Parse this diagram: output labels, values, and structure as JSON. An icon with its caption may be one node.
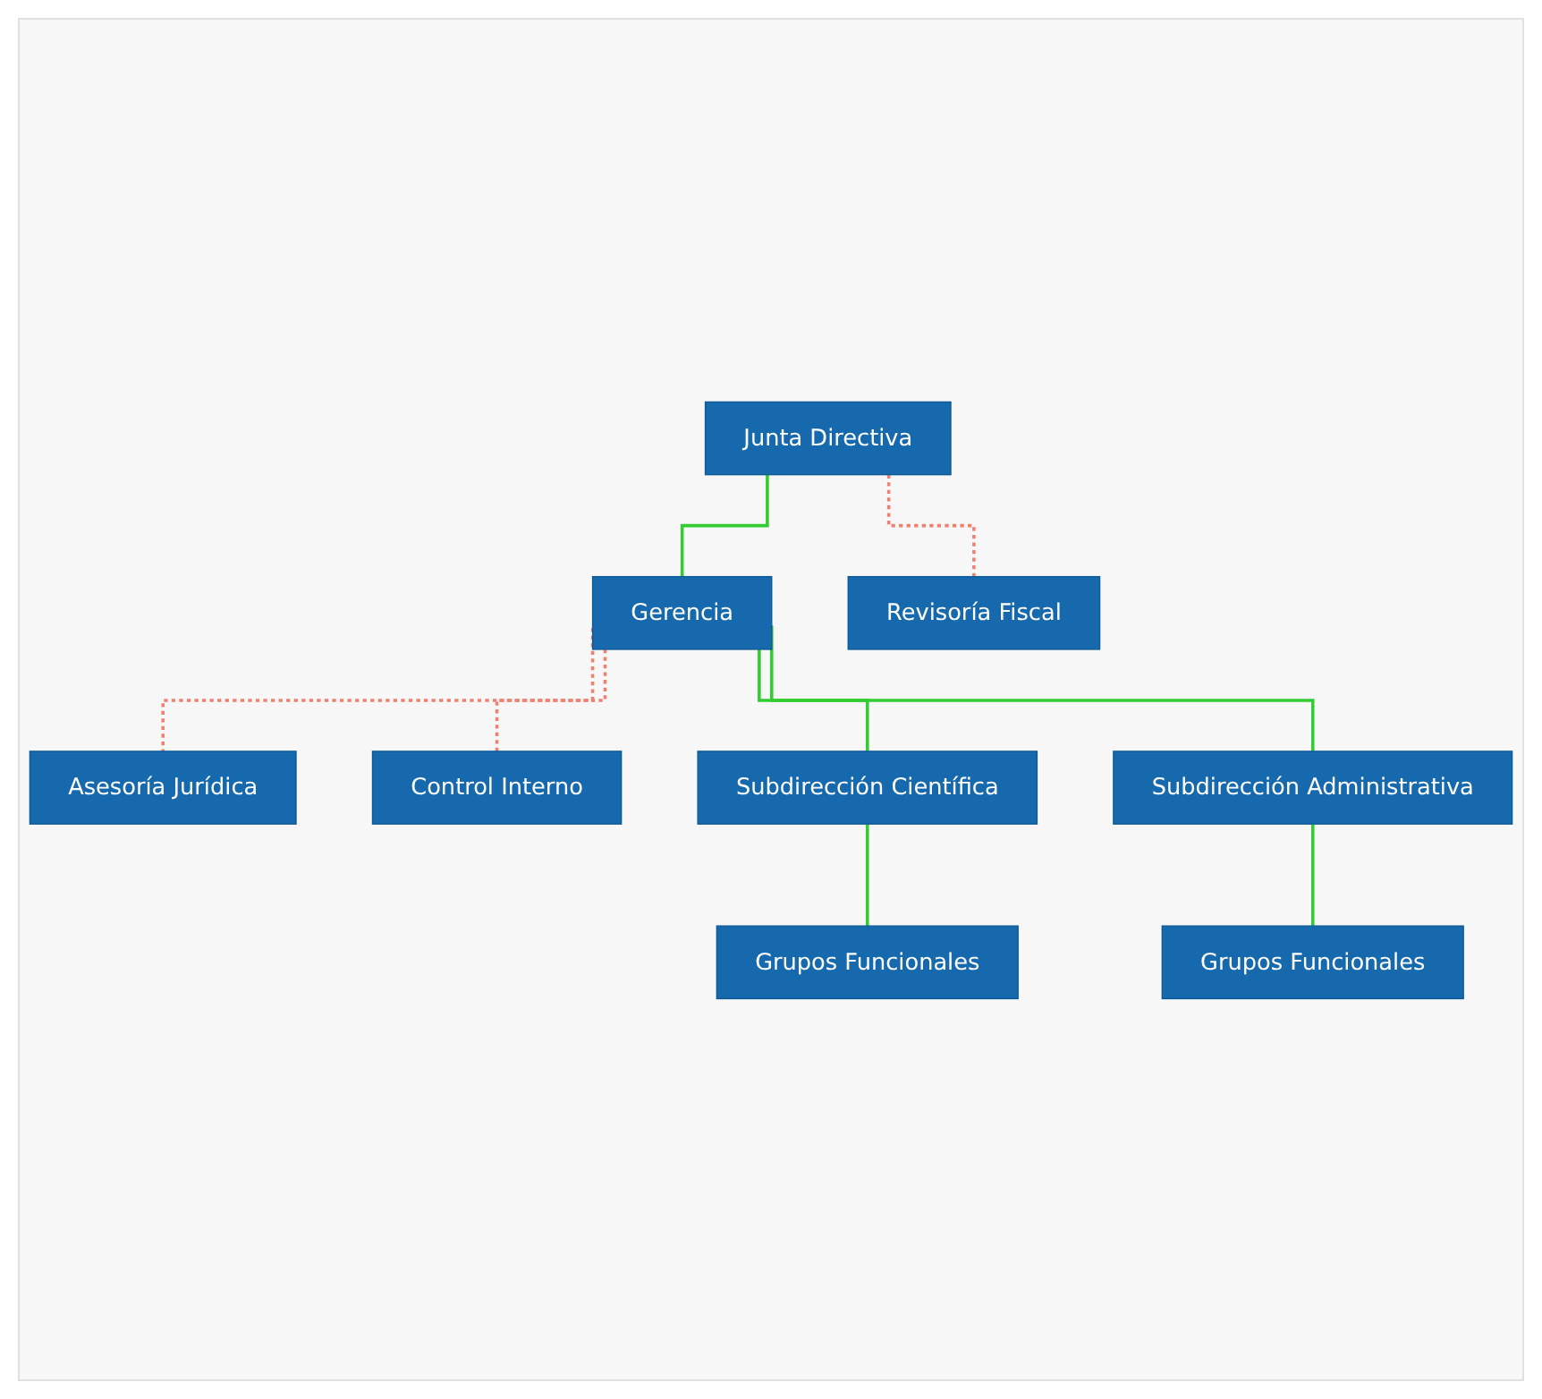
{
  "diagram": {
    "nodes": [
      {
        "text": [
          "Junta Directiva"
        ]
      },
      {
        "text": [
          "Revisoría Fiscal"
        ]
      },
      {
        "text": [
          "Gerencia"
        ]
      },
      {
        "text": [
          "Asesoría Jurídica"
        ]
      },
      {
        "text": [
          "Control Interno"
        ]
      },
      {
        "text": [
          "Subdirección Científica"
        ]
      },
      {
        "text": [
          "Subdirección Administrativa"
        ]
      },
      {
        "text": [
          "Grupos Funcionales"
        ]
      },
      {
        "text": [
          "Grupos Funcionales"
        ]
      }
    ],
    "edges": [
      {
        "from": 0,
        "to": 2,
        "arrow": "none"
      },
      {
        "from": 0,
        "to": 1,
        "arrow": "none",
        "style": "dashed",
        "color": "#f08070"
      },
      {
        "from": 2,
        "to": 3,
        "arrow": "none",
        "style": "dashed",
        "color": "#f08070"
      },
      {
        "from": 2,
        "to": 4,
        "arrow": "none",
        "style": "dashed",
        "color": "#f08070"
      },
      {
        "from": 2,
        "to": 5,
        "arrow": "none"
      },
      {
        "from": 2,
        "to": 6,
        "arrow": "none"
      },
      {
        "from": 5,
        "to": 7,
        "arrow": "none"
      },
      {
        "from": 6,
        "to": 8,
        "arrow": "none"
      }
    ]
  }
}
